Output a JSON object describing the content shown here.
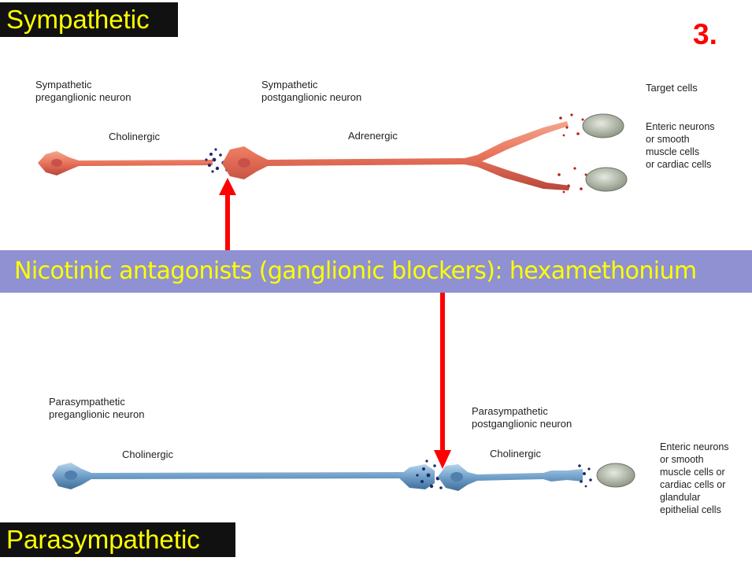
{
  "titles": {
    "sympathetic": "Sympathetic",
    "parasympathetic": "Parasympathetic",
    "slide_number": "3."
  },
  "sympathetic": {
    "preganglionic": "Sympathetic\npreganglionic neuron",
    "postganglionic": "Sympathetic\npostganglionic neuron",
    "target_cells": "Target cells",
    "pre_transmitter": "Cholinergic",
    "post_transmitter": "Adrenergic",
    "targets_desc": "Enteric neurons\nor smooth\nmuscle cells\nor cardiac cells"
  },
  "banner": {
    "text": "Nicotinic antagonists (ganglionic blockers): hexamethonium"
  },
  "parasympathetic": {
    "preganglionic": "Parasympathetic\npreganglionic neuron",
    "postganglionic": "Parasympathetic\npostganglionic neuron",
    "pre_transmitter": "Cholinergic",
    "post_transmitter": "Cholinergic",
    "targets_desc": "Enteric neurons\nor smooth\nmuscle cells or\ncardiac cells or\nglandular\nepithelial cells"
  },
  "colors": {
    "title_text": "#ffff00",
    "title_bg": "#111111",
    "slide_number": "#ff0000",
    "banner_bg": "#8f91d2",
    "banner_text": "#ffff00",
    "arrow": "#ff0000",
    "sympathetic_neuron": "#e8735a",
    "parasympathetic_neuron": "#6f9fc8",
    "target_cell": "#c9cfc0"
  }
}
